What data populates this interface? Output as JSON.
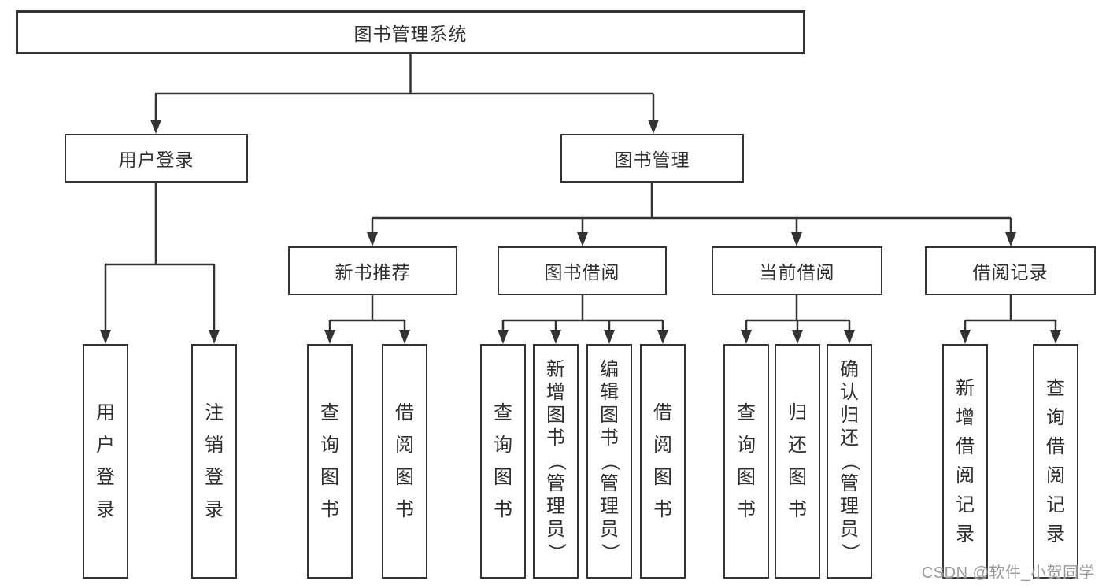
{
  "tree": {
    "root": "图书管理系统",
    "children": [
      {
        "label": "用户登录",
        "children": [
          "用户登录",
          "注销登录"
        ]
      },
      {
        "label": "图书管理",
        "children": [
          {
            "label": "新书推荐",
            "children": [
              "查询图书",
              "借阅图书"
            ]
          },
          {
            "label": "图书借阅",
            "children": [
              "查询图书",
              "新增图书（管理员）",
              "编辑图书（管理员）",
              "借阅图书"
            ]
          },
          {
            "label": "当前借阅",
            "children": [
              "查询图书",
              "归还图书",
              "确认归还（管理员）"
            ]
          },
          {
            "label": "借阅记录",
            "children": [
              "新增借阅记录",
              "查询借阅记录"
            ]
          }
        ]
      }
    ]
  },
  "watermark": {
    "text": "CSDN @软件_小贺同学"
  },
  "colors": {
    "line": "#333333",
    "box_background": "#ffffff",
    "text": "#2f2f2f",
    "watermark": "#9a9a9a"
  }
}
